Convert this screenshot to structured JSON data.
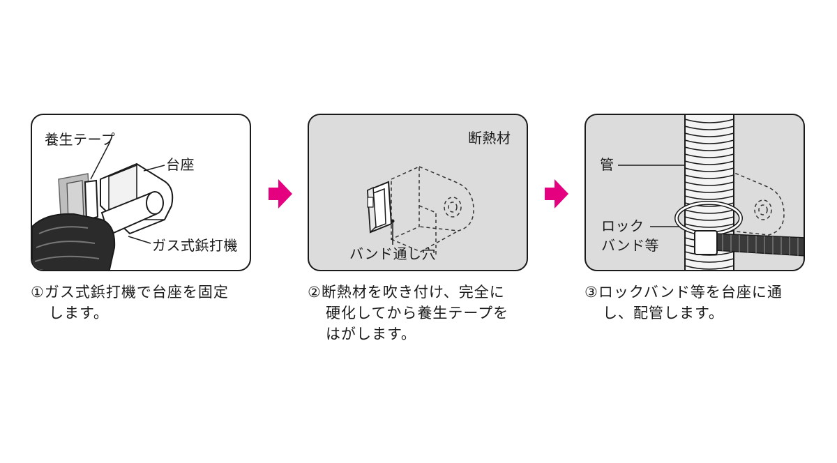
{
  "steps": [
    {
      "labels": {
        "tape": "養生テープ",
        "base": "台座",
        "gun": "ガス式鋲打機"
      },
      "caption": [
        "①ガス式鋲打機で台座を固定",
        "します。"
      ]
    },
    {
      "labels": {
        "insulation": "断熱材",
        "hole": "バンド通し穴"
      },
      "caption": [
        "②断熱材を吹き付け、完全に",
        "硬化してから養生テープを",
        "はがします。"
      ]
    },
    {
      "labels": {
        "pipe": "管",
        "band_line1": "ロック",
        "band_line2": "バンド等"
      },
      "caption": [
        "③ロックバンド等を台座に通",
        "し、配管します。"
      ]
    }
  ],
  "colors": {
    "arrow": "#e4007f",
    "panel_fill": "#dcdcdc",
    "outline": "#1a1a1a"
  }
}
